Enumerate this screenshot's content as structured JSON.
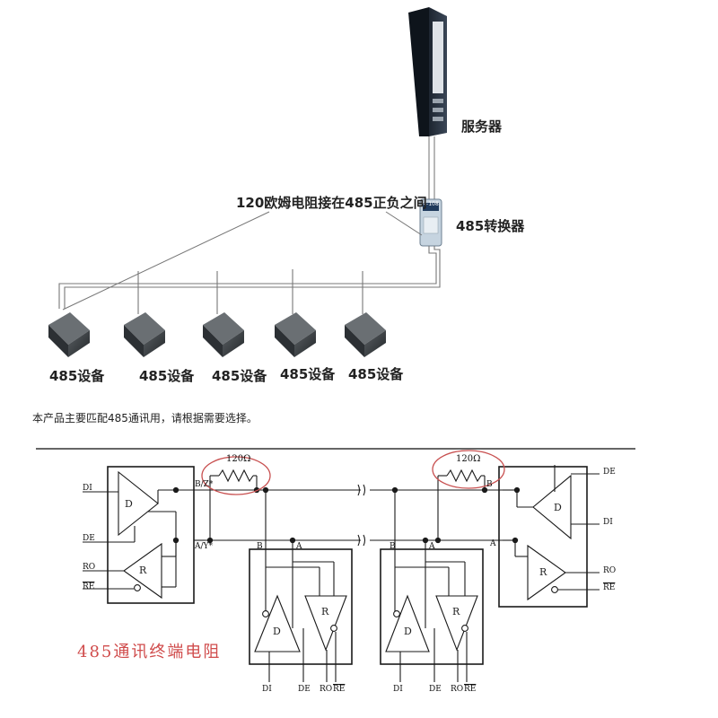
{
  "top": {
    "server_label": "服务器",
    "converter_label": "485转换器",
    "converter_badge": "M-108",
    "resistor_note": "120欧姆电阻接在485正负之间",
    "device_label": "485设备",
    "device_count": 5
  },
  "note": "本产品主要匹配485通讯用，请根据需要选择。",
  "schematic": {
    "title": "485通讯终端电阻",
    "resistor_label": "120Ω",
    "driver": "D",
    "receiver": "R",
    "pins": {
      "di": "DI",
      "de": "DE",
      "ro": "RO",
      "re": "RE",
      "by": "B/Z*",
      "ay": "A/Y*",
      "b": "B",
      "a": "A"
    }
  },
  "colors": {
    "line": "#1a1a1a",
    "device": "#3b3f42",
    "circle": "#c85050",
    "title_red": "#d04c4c"
  }
}
